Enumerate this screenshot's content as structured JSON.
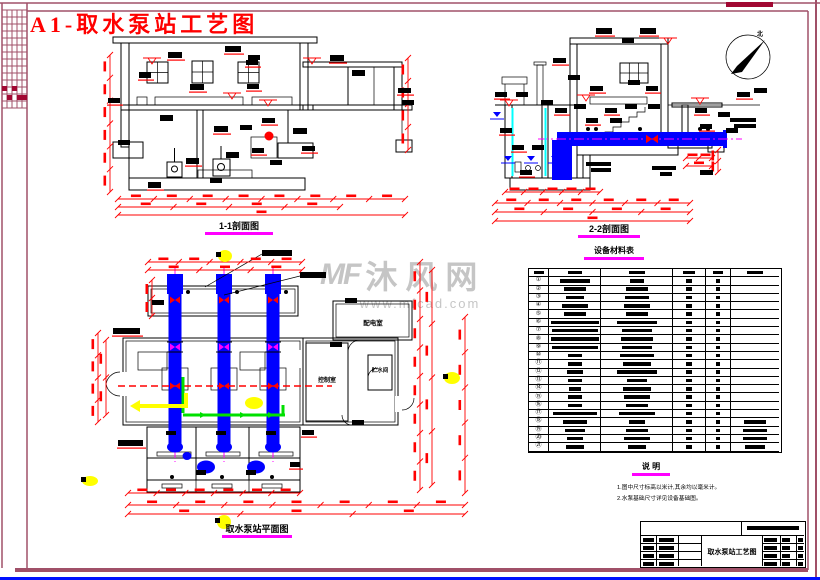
{
  "title": "A1-取水泵站工艺图",
  "watermark": {
    "logo": "MF",
    "name": "沐风网",
    "url": "www.mfcad.com"
  },
  "compass": {
    "north_label": "北"
  },
  "drawings": {
    "section1": {
      "label": "1-1剖面图"
    },
    "section2": {
      "label": "2-2剖面图"
    },
    "plan": {
      "label": "取水泵站平面图",
      "rooms": {
        "power_room": "配电室",
        "control_room": "控制室",
        "water_room": "贮水间"
      }
    }
  },
  "materials_table": {
    "title": "设备材料表",
    "item_numbers": [
      "①",
      "②",
      "③",
      "④",
      "⑤",
      "⑥",
      "⑦",
      "⑧",
      "⑨",
      "⑩",
      "⑪",
      "⑫",
      "⑬",
      "⑭",
      "⑮",
      "⑯",
      "⑰",
      "⑱",
      "⑲",
      "⑳",
      "㉑"
    ]
  },
  "notes": {
    "title": "说  明",
    "lines": [
      "1.图中尺寸标高以米计,其余均以毫米计。",
      "2.水泵基础尺寸详见设备基础图。"
    ]
  },
  "title_block": {
    "drawing_name": "取水泵站工艺图"
  },
  "colors": {
    "frame_maroon": "#a05068",
    "frame_fill": "#a10832",
    "dimension_red": "#ff0000",
    "pipe_blue": "#0000ff",
    "screen_cyan": "#00ffff",
    "pipe_green": "#00e000",
    "marker_yellow": "#ffff00",
    "underline_magenta": "#ff00ff",
    "watermark_gray": "#bcbcbc"
  }
}
